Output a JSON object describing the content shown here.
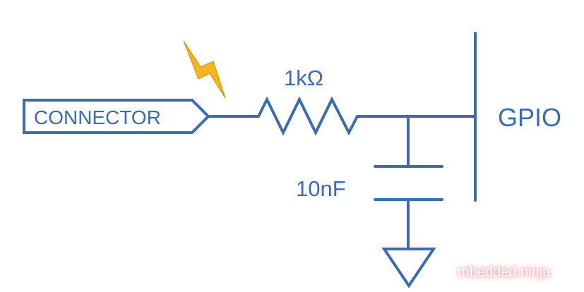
{
  "diagram": {
    "type": "schematic",
    "colors": {
      "wire": "#3C6CAB",
      "bolt_fill": "#F6B51E",
      "bolt_stroke": "#D9951A",
      "watermark_glow": "#F3A3A8"
    },
    "connector": {
      "label": "CONNECTOR"
    },
    "esd_icon": "lightning-bolt",
    "resistor": {
      "label": "1kΩ"
    },
    "capacitor": {
      "label": "10nF"
    },
    "gpio": {
      "label": "GPIO"
    },
    "ground": {
      "symbol": "ground"
    },
    "watermark": "mbedded.ninja"
  }
}
